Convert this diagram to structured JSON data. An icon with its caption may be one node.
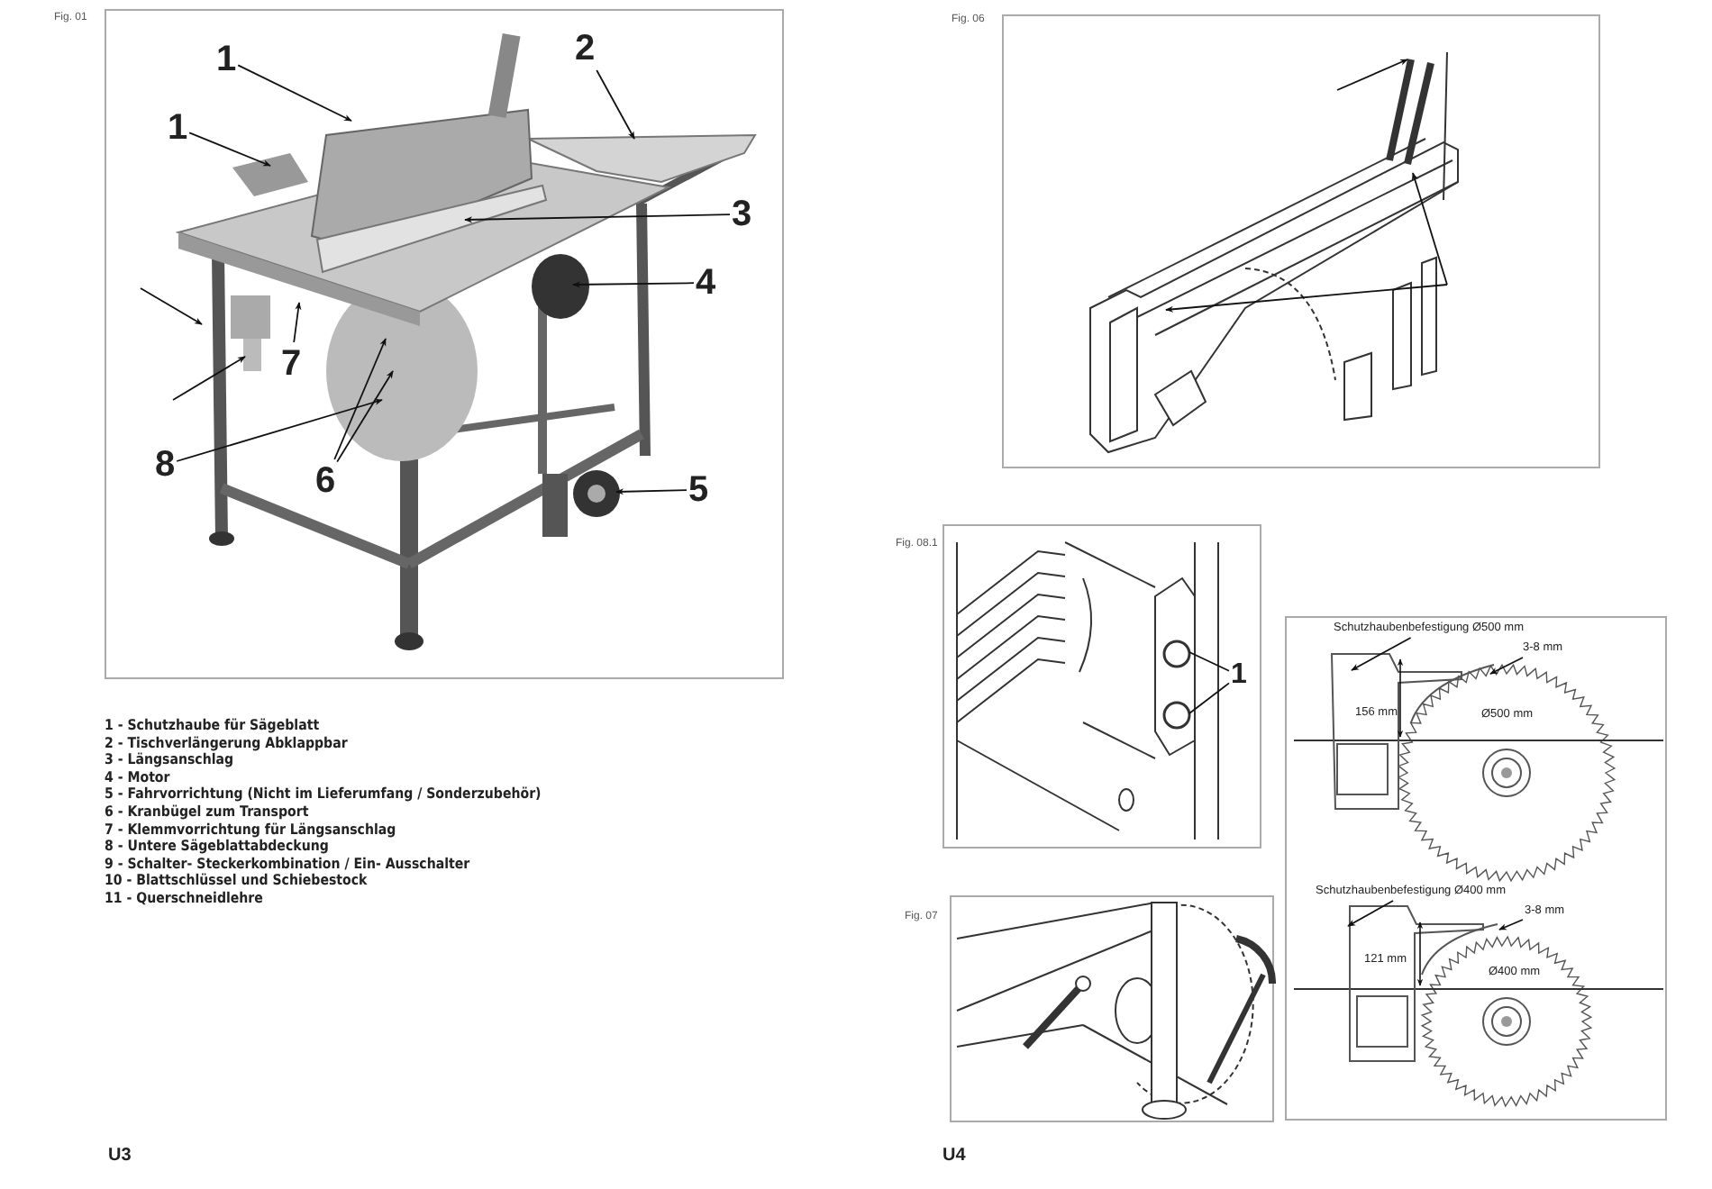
{
  "diagram": {
    "nodes": [
      {
        "text": [
          "Fig. 01"
        ]
      },
      {
        "text": [
          "1"
        ],
        "in": 0
      },
      {
        "text": [
          "1"
        ],
        "in": 0
      },
      {
        "text": [
          "2"
        ],
        "in": 0
      },
      {
        "text": [
          "3"
        ],
        "in": 0
      },
      {
        "text": [
          "4"
        ],
        "in": 0
      },
      {
        "text": [
          "5"
        ],
        "in": 0
      },
      {
        "text": [
          "6"
        ],
        "in": 0
      },
      {
        "text": [
          "7"
        ],
        "in": 0
      },
      {
        "text": [
          "8"
        ],
        "in": 0
      },
      {
        "text": [
          "Fig. 06"
        ]
      },
      {
        "text": [
          "Fig. 08.1"
        ]
      },
      {
        "text": [
          "1"
        ],
        "in": 11
      },
      {
        "text": [],
        "shape": "box"
      },
      {
        "text": [
          "Schutzhaubenbefestigung Ø500 mm"
        ],
        "in": 13
      },
      {
        "text": [
          "3-8 mm"
        ],
        "in": 13
      },
      {
        "text": [
          "Schutzhaubenbefestigung Ø400 mm"
        ],
        "in": 13
      },
      {
        "text": [
          "3-8 mm"
        ],
        "in": 13
      },
      {
        "text": [
          "Fig. 07"
        ]
      }
    ],
    "edges": [
      {
        "from": 1,
        "to": null,
        "arrow": "to"
      },
      {
        "from": 2,
        "to": null,
        "arrow": "to"
      },
      {
        "from": 3,
        "to": null,
        "arrow": "to"
      },
      {
        "from": 4,
        "to": null,
        "arrow": "to"
      },
      {
        "from": 5,
        "to": null,
        "arrow": "to"
      },
      {
        "from": 6,
        "to": null,
        "arrow": "to"
      },
      {
        "from": 7,
        "to": null,
        "arrow": "to"
      },
      {
        "from": 7,
        "to": null,
        "arrow": "to"
      },
      {
        "from": 8,
        "to": null,
        "arrow": "to"
      },
      {
        "from": 9,
        "to": null,
        "arrow": "to"
      },
      {
        "from": 12,
        "to": null,
        "arrow": "none"
      },
      {
        "from": 12,
        "to": null,
        "arrow": "none"
      },
      {
        "from": 14,
        "to": null,
        "arrow": "to"
      },
      {
        "from": 15,
        "to": null,
        "arrow": "to"
      },
      {
        "from": 16,
        "to": null,
        "arrow": "to"
      },
      {
        "from": 17,
        "to": null,
        "arrow": "to"
      }
    ],
    "labels": [
      "1 - Schutzhaube für Sägeblatt",
      "2 - Tischverlängerung Abklappbar",
      "3 - Längsanschlag",
      "4 - Motor",
      "5 - Fahrvorrichtung (Nicht im Lieferumfang / Sonderzubehör)",
      "6 - Kranbügel zum Transport",
      "7 - Klemmvorrichtung für Längsanschlag",
      "8 - Untere Sägeblattabdeckung",
      "9 - Schalter- Steckerkombination / Ein- Ausschalter",
      "10 - Blattschlüssel und Schiebestock",
      "11 - Querschneidlehre",
      "156 mm",
      "Ø500 mm",
      "121 mm",
      "Ø400 mm",
      "U3",
      "U4"
    ]
  }
}
